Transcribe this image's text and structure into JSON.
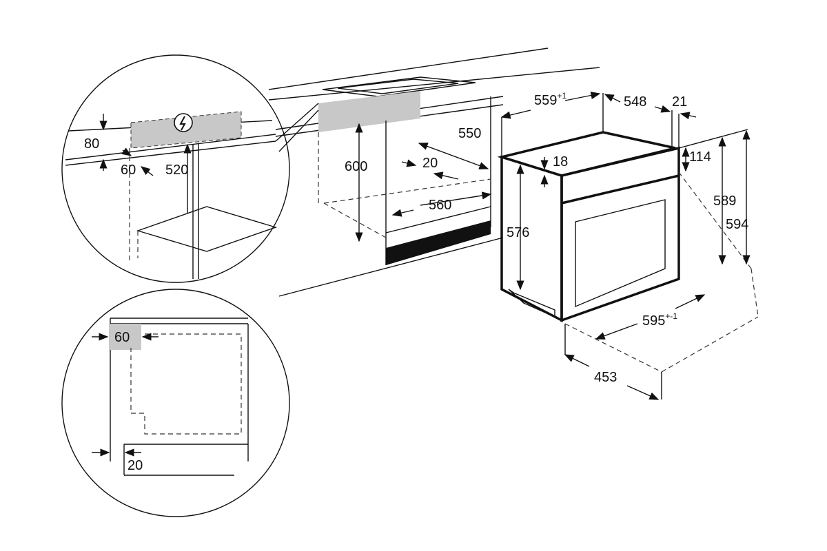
{
  "title": "Built-in oven installation dimensions",
  "colors": {
    "line": "#111111",
    "shade": "#c8c8c8"
  },
  "labels": {
    "cutout_width": "559",
    "cutout_width_tol": "+1",
    "oven_depth": "548",
    "front_depth": "21",
    "niche_depth": "550",
    "niche_height": "600",
    "gap_20": "20",
    "niche_width": "560",
    "top_18": "18",
    "panel_114": "114",
    "body_height": "589",
    "front_height": "594",
    "side_height": "576",
    "front_width": "595",
    "front_width_tol": "+-1",
    "door_open": "453",
    "detail_top_80": "80",
    "detail_top_60": "60",
    "detail_top_520": "520",
    "detail_bottom_60": "60",
    "detail_bottom_20": "20"
  },
  "icons": [
    "electric-hazard-icon"
  ]
}
